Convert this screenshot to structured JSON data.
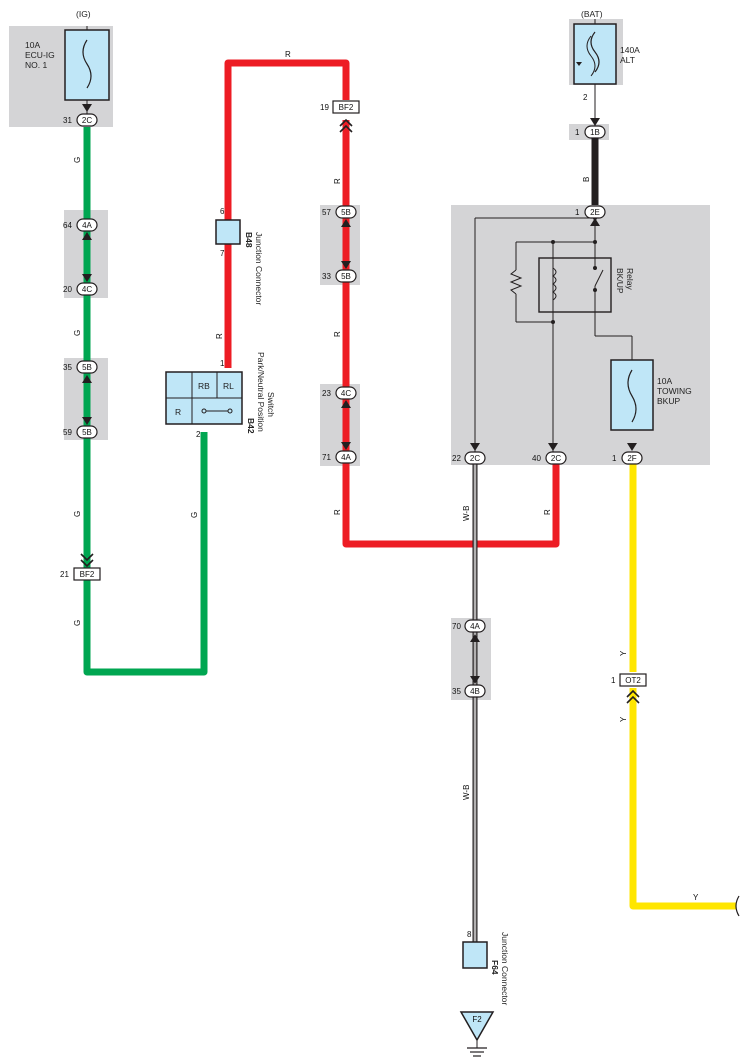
{
  "power": {
    "ig": "(IG)",
    "bat": "(BAT)"
  },
  "fuses": {
    "ecu_ig_line1": "10A",
    "ecu_ig_line2": "ECU-IG",
    "ecu_ig_line3": "NO. 1",
    "alt_line1": "140A",
    "alt_line2": "ALT",
    "towing_line1": "10A",
    "towing_line2": "TOWING",
    "towing_line3": "BKUP",
    "alt_pin": "2"
  },
  "relay": {
    "line1": "BK/UP",
    "line2": "Relay"
  },
  "components": {
    "b48_code": "B48",
    "b48_name": "Junction Connector",
    "b48_pin_top": "6",
    "b48_pin_bottom": "7",
    "b42_code": "B42",
    "b42_name_line1": "Park/Neutral Position",
    "b42_name_line2": "Switch",
    "b42_pin_top": "1",
    "b42_pin_bottom": "2",
    "b42_cell_rb": "RB",
    "b42_cell_rl": "RL",
    "b42_cell_r": "R",
    "f64_code": "F64",
    "f64_name": "Junction Connector",
    "f64_pin": "8",
    "ground_label": "F2"
  },
  "connectors": {
    "c31": {
      "pin": "31",
      "code": "2C"
    },
    "c64": {
      "pin": "64",
      "code": "4A"
    },
    "c20": {
      "pin": "20",
      "code": "4C"
    },
    "c35a": {
      "pin": "35",
      "code": "5B"
    },
    "c59": {
      "pin": "59",
      "code": "5B"
    },
    "c21": {
      "pin": "21",
      "code": "BF2"
    },
    "c19": {
      "pin": "19",
      "code": "BF2"
    },
    "c57": {
      "pin": "57",
      "code": "5B"
    },
    "c33": {
      "pin": "33",
      "code": "5B"
    },
    "c23": {
      "pin": "23",
      "code": "4C"
    },
    "c71": {
      "pin": "71",
      "code": "4A"
    },
    "c1b": {
      "pin": "1",
      "code": "1B"
    },
    "c2e": {
      "pin": "1",
      "code": "2E"
    },
    "c22": {
      "pin": "22",
      "code": "2C"
    },
    "c40": {
      "pin": "40",
      "code": "2C"
    },
    "c2f": {
      "pin": "1",
      "code": "2F"
    },
    "c70": {
      "pin": "70",
      "code": "4A"
    },
    "c35b": {
      "pin": "35",
      "code": "4B"
    },
    "cot2": {
      "pin": "1",
      "code": "OT2"
    }
  },
  "wires": {
    "g": "G",
    "r": "R",
    "b": "B",
    "wb": "W-B",
    "y": "Y"
  },
  "colors": {
    "green": "#00a651",
    "red": "#ed1c24",
    "black": "#231f20",
    "yellow": "#ffe600",
    "gray_box": "#d4d4d6",
    "connector_fill": "#bfe6f7"
  }
}
